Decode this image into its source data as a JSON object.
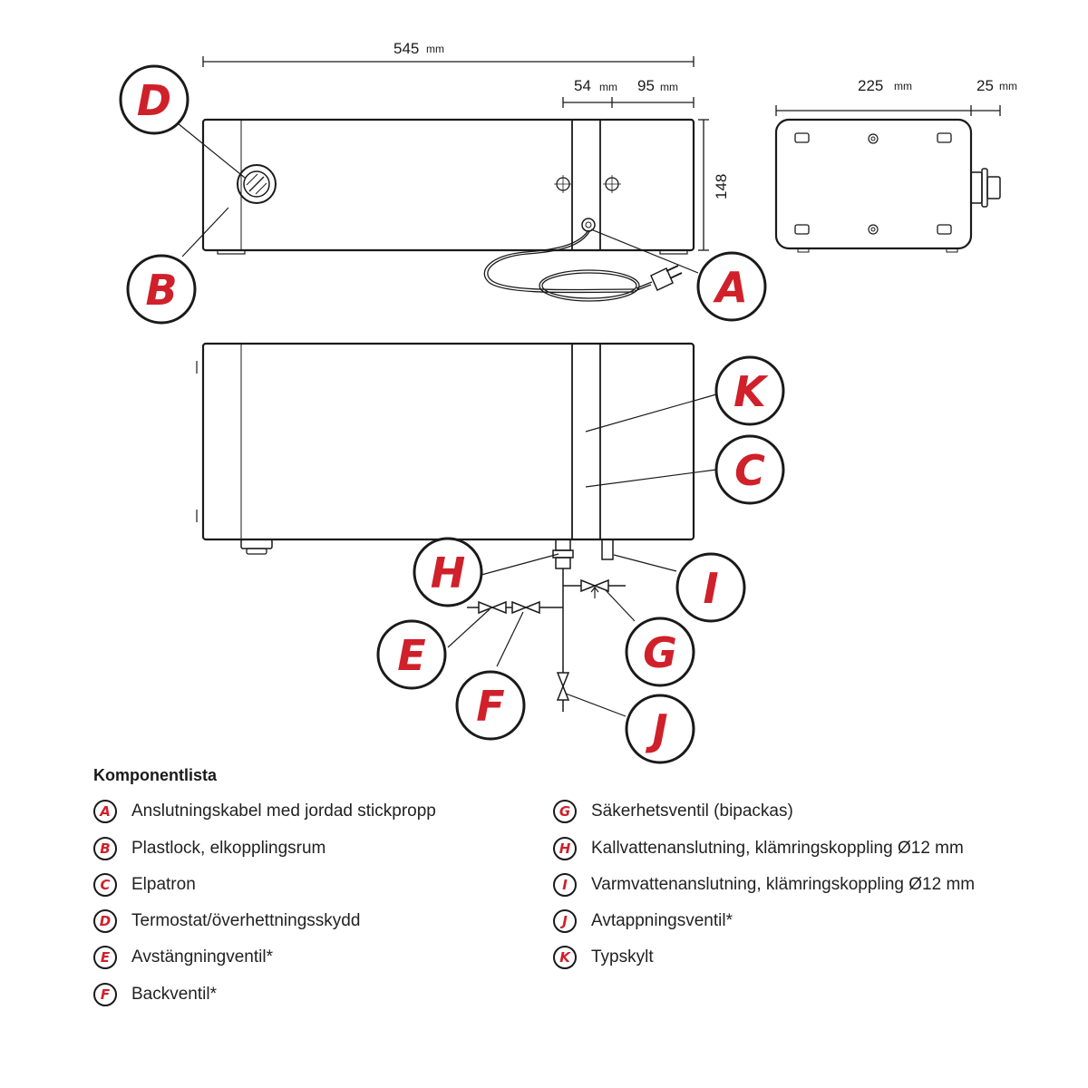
{
  "dimensions": {
    "width_value": "545",
    "width_unit": "mm",
    "seg1_value": "54",
    "seg1_unit": "mm",
    "seg2_value": "95",
    "seg2_unit": "mm",
    "height_value": "148",
    "depth_value": "225",
    "depth_unit": "mm",
    "conn_value": "25",
    "conn_unit": "mm"
  },
  "callouts": {
    "A": "A",
    "B": "B",
    "C": "C",
    "D": "D",
    "E": "E",
    "F": "F",
    "G": "G",
    "H": "H",
    "I": "I",
    "J": "J",
    "K": "K"
  },
  "legend": {
    "title": "Komponentlista",
    "items": [
      {
        "key": "A",
        "text": "Anslutningskabel med jordad stickpropp"
      },
      {
        "key": "B",
        "text": "Plastlock, elkopplingsrum"
      },
      {
        "key": "C",
        "text": "Elpatron"
      },
      {
        "key": "D",
        "text": "Termostat/överhettningsskydd"
      },
      {
        "key": "E",
        "text": "Avstängningventil*"
      },
      {
        "key": "F",
        "text": "Backventil*"
      },
      {
        "key": "G",
        "text": "Säkerhetsventil (bipackas)"
      },
      {
        "key": "H",
        "text": "Kallvattenanslutning, klämringskoppling Ø12 mm"
      },
      {
        "key": "I",
        "text": "Varmvattenanslutning, klämringskoppling Ø12 mm"
      },
      {
        "key": "J",
        "text": "Avtappningsventil*"
      },
      {
        "key": "K",
        "text": "Typskylt"
      }
    ]
  },
  "colors": {
    "callout_letter": "#d0202a",
    "line": "#1a1a1a"
  }
}
